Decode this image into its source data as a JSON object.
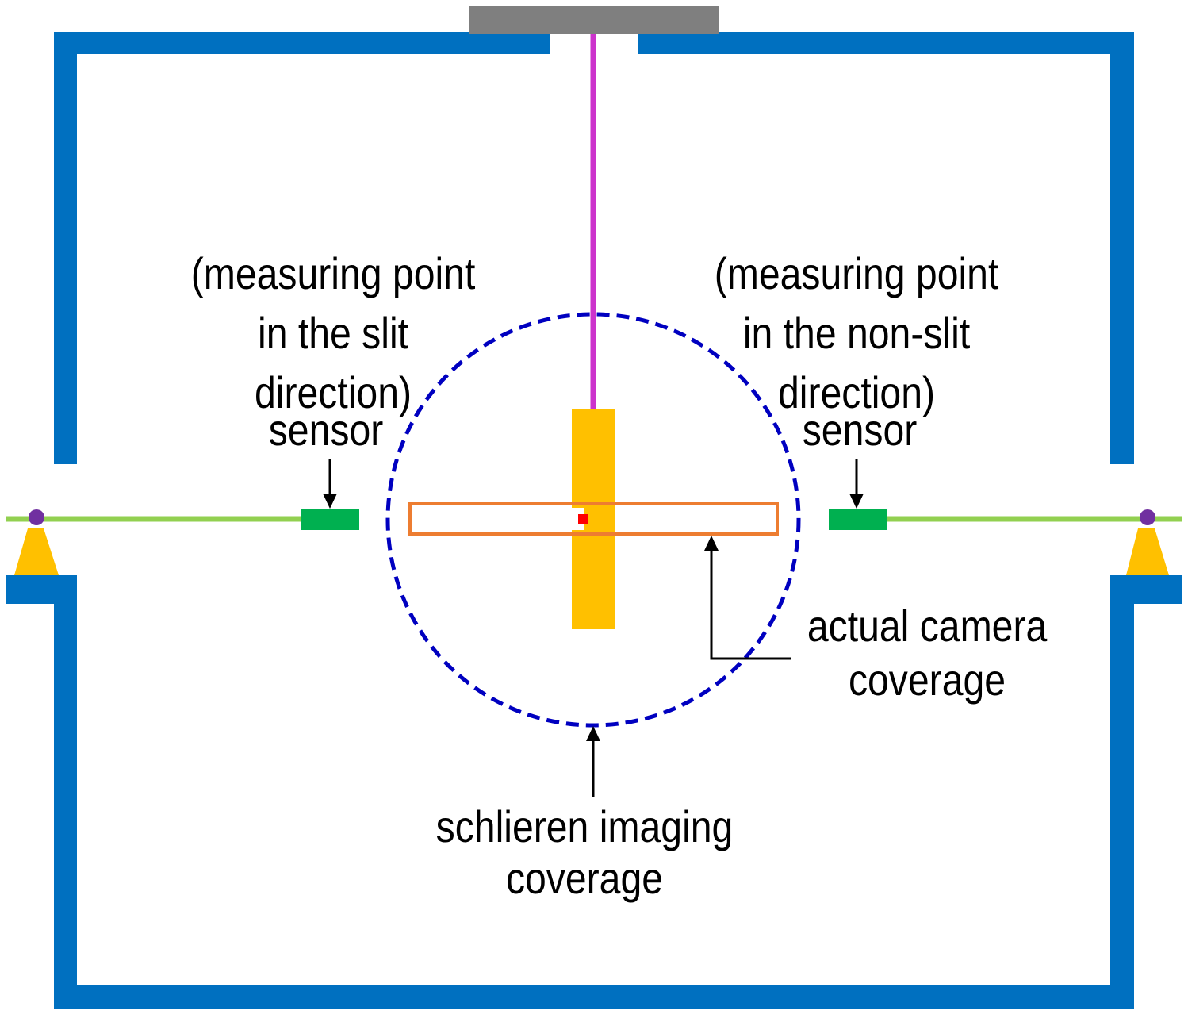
{
  "labels": {
    "left_sensor_line1": "(measuring point",
    "left_sensor_line2": "in the slit",
    "left_sensor_line3": "direction)",
    "left_sensor_line4": "sensor",
    "right_sensor_line1": "(measuring point",
    "right_sensor_line2": "in the non-slit",
    "right_sensor_line3": "direction)",
    "right_sensor_line4": "sensor",
    "camera_line1": "actual camera",
    "camera_line2": "coverage",
    "schlieren_line1": "schlieren imaging",
    "schlieren_line2": "coverage"
  },
  "colors": {
    "wall": "#0070c0",
    "top_mount": "#7f7f7f",
    "suspension": "#cc33cc",
    "rod": "#92d050",
    "sensor": "#00b050",
    "support": "#ffc000",
    "pivot": "#7030a0",
    "specimen": "#ffc000",
    "camera_frame": "#ed7d31",
    "marker": "#ff0000",
    "schlieren_circle": "#0000c0",
    "arrow": "#000000"
  }
}
